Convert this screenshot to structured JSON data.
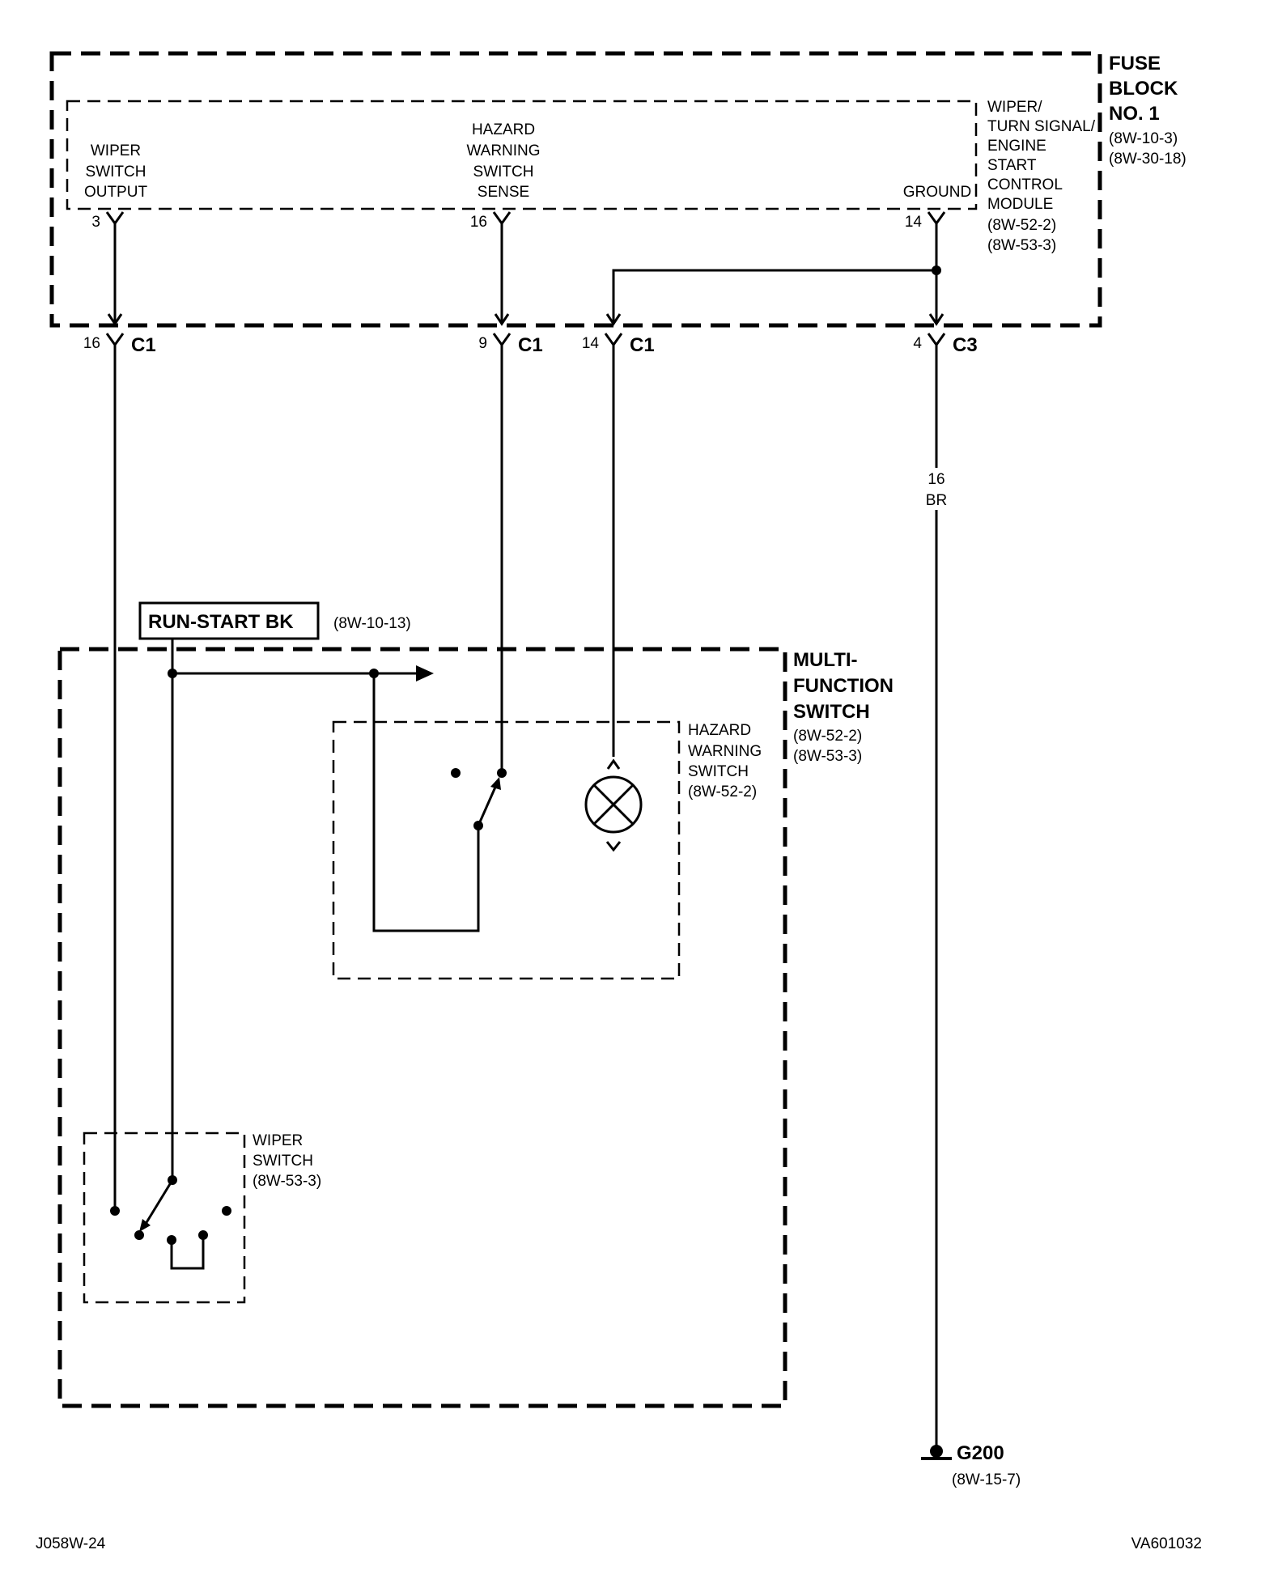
{
  "fuse_block": {
    "title": [
      "FUSE",
      "BLOCK",
      "NO. 1"
    ],
    "refs": [
      "(8W-10-3)",
      "(8W-30-18)"
    ]
  },
  "module": {
    "title": [
      "WIPER/",
      "TURN SIGNAL/",
      "ENGINE",
      "START",
      "CONTROL",
      "MODULE"
    ],
    "refs": [
      "(8W-52-2)",
      "(8W-53-3)"
    ]
  },
  "pins": {
    "wiper_output": {
      "label": [
        "WIPER",
        "SWITCH",
        "OUTPUT"
      ],
      "pin": "3"
    },
    "hazard_sense": {
      "label": [
        "HAZARD",
        "WARNING",
        "SWITCH",
        "SENSE"
      ],
      "pin": "16"
    },
    "ground": {
      "label": [
        "GROUND"
      ],
      "pin": "14"
    }
  },
  "connectors": [
    {
      "pin": "16",
      "name": "C1"
    },
    {
      "pin": "9",
      "name": "C1"
    },
    {
      "pin": "14",
      "name": "C1"
    },
    {
      "pin": "4",
      "name": "C3"
    }
  ],
  "wire_label": [
    "16",
    "BR"
  ],
  "run_start": {
    "label": "RUN-START BK",
    "ref": "(8W-10-13)"
  },
  "multifunction": {
    "title": [
      "MULTI-",
      "FUNCTION",
      "SWITCH"
    ],
    "refs": [
      "(8W-52-2)",
      "(8W-53-3)"
    ]
  },
  "hazard_switch": {
    "title": [
      "HAZARD",
      "WARNING",
      "SWITCH"
    ],
    "ref": "(8W-52-2)"
  },
  "wiper_switch": {
    "title": [
      "WIPER",
      "SWITCH"
    ],
    "ref": "(8W-53-3)"
  },
  "ground_point": {
    "label": "G200",
    "ref": "(8W-15-7)"
  },
  "footer": {
    "left": "J058W-24",
    "right": "VA601032"
  }
}
